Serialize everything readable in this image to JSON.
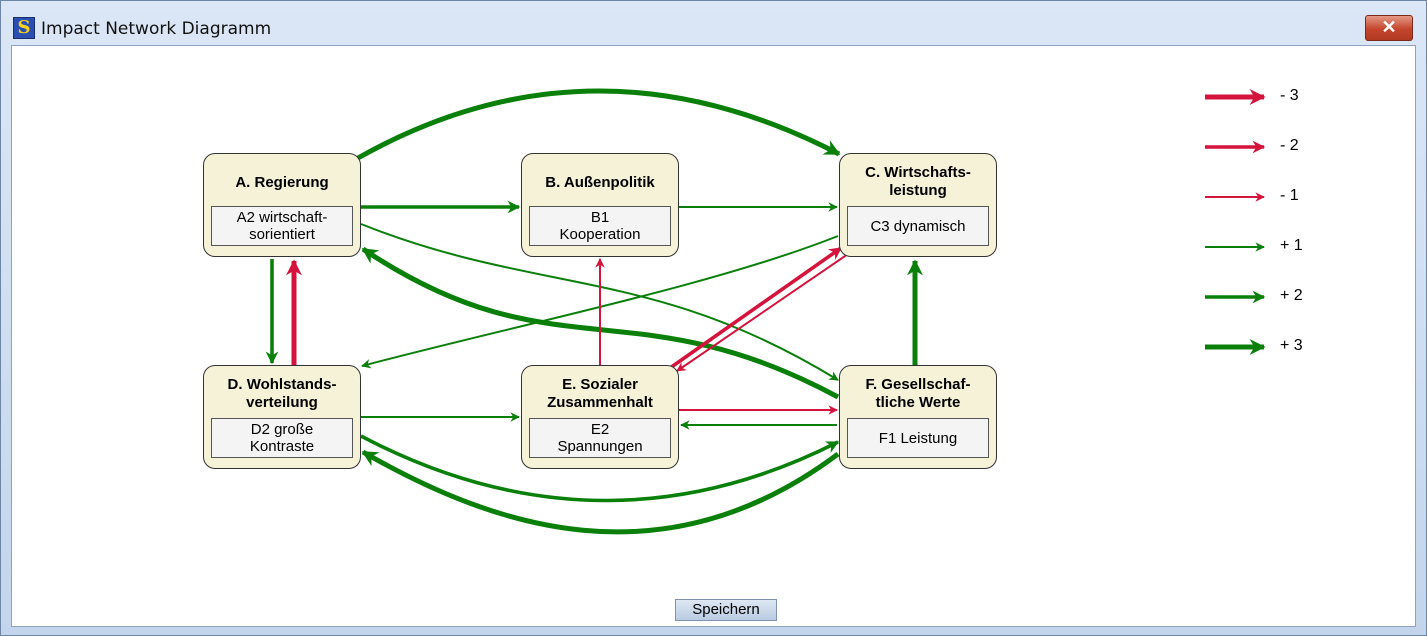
{
  "window": {
    "title": "Impact Network Diagramm",
    "close_symbol": "✕"
  },
  "colors": {
    "positive": "#0a800a",
    "negative": "#d4143c",
    "node_fill": "#f5f2d8"
  },
  "nodes": {
    "A": {
      "title": "A. Regierung",
      "state": "A2 wirtschaft-\nsorientiert"
    },
    "B": {
      "title": "B. Außenpolitik",
      "state": "B1\nKooperation"
    },
    "C": {
      "title": "C. Wirtschafts-\nleistung",
      "state": "C3 dynamisch"
    },
    "D": {
      "title": "D. Wohlstands-\nverteilung",
      "state": "D2 große\nKontraste"
    },
    "E": {
      "title": "E. Sozialer\nZusammenhalt",
      "state": "E2\nSpannungen"
    },
    "F": {
      "title": "F. Gesellschaf-\ntliche Werte",
      "state": "F1 Leistung"
    }
  },
  "edges": [
    {
      "from": "A",
      "to": "C",
      "weight": 3
    },
    {
      "from": "A",
      "to": "B",
      "weight": 2
    },
    {
      "from": "B",
      "to": "C",
      "weight": 1
    },
    {
      "from": "A",
      "to": "D",
      "weight": 2
    },
    {
      "from": "D",
      "to": "A",
      "weight": -3
    },
    {
      "from": "A",
      "to": "F",
      "weight": 1
    },
    {
      "from": "F",
      "to": "A",
      "weight": 3
    },
    {
      "from": "C",
      "to": "D",
      "weight": 1
    },
    {
      "from": "E",
      "to": "B",
      "weight": -1
    },
    {
      "from": "E",
      "to": "C",
      "weight": -2
    },
    {
      "from": "C",
      "to": "E",
      "weight": -1
    },
    {
      "from": "F",
      "to": "C",
      "weight": 3
    },
    {
      "from": "D",
      "to": "E",
      "weight": 1
    },
    {
      "from": "E",
      "to": "F",
      "weight": -1
    },
    {
      "from": "F",
      "to": "E",
      "weight": 1
    },
    {
      "from": "D",
      "to": "F",
      "weight": 2
    },
    {
      "from": "F",
      "to": "D",
      "weight": 3
    }
  ],
  "legend": [
    {
      "label": "- 3",
      "weight": -3
    },
    {
      "label": "- 2",
      "weight": -2
    },
    {
      "label": "- 1",
      "weight": -1
    },
    {
      "label": "+ 1",
      "weight": 1
    },
    {
      "label": "+ 2",
      "weight": 2
    },
    {
      "label": "+ 3",
      "weight": 3
    }
  ],
  "save_button_label": "Speichern"
}
